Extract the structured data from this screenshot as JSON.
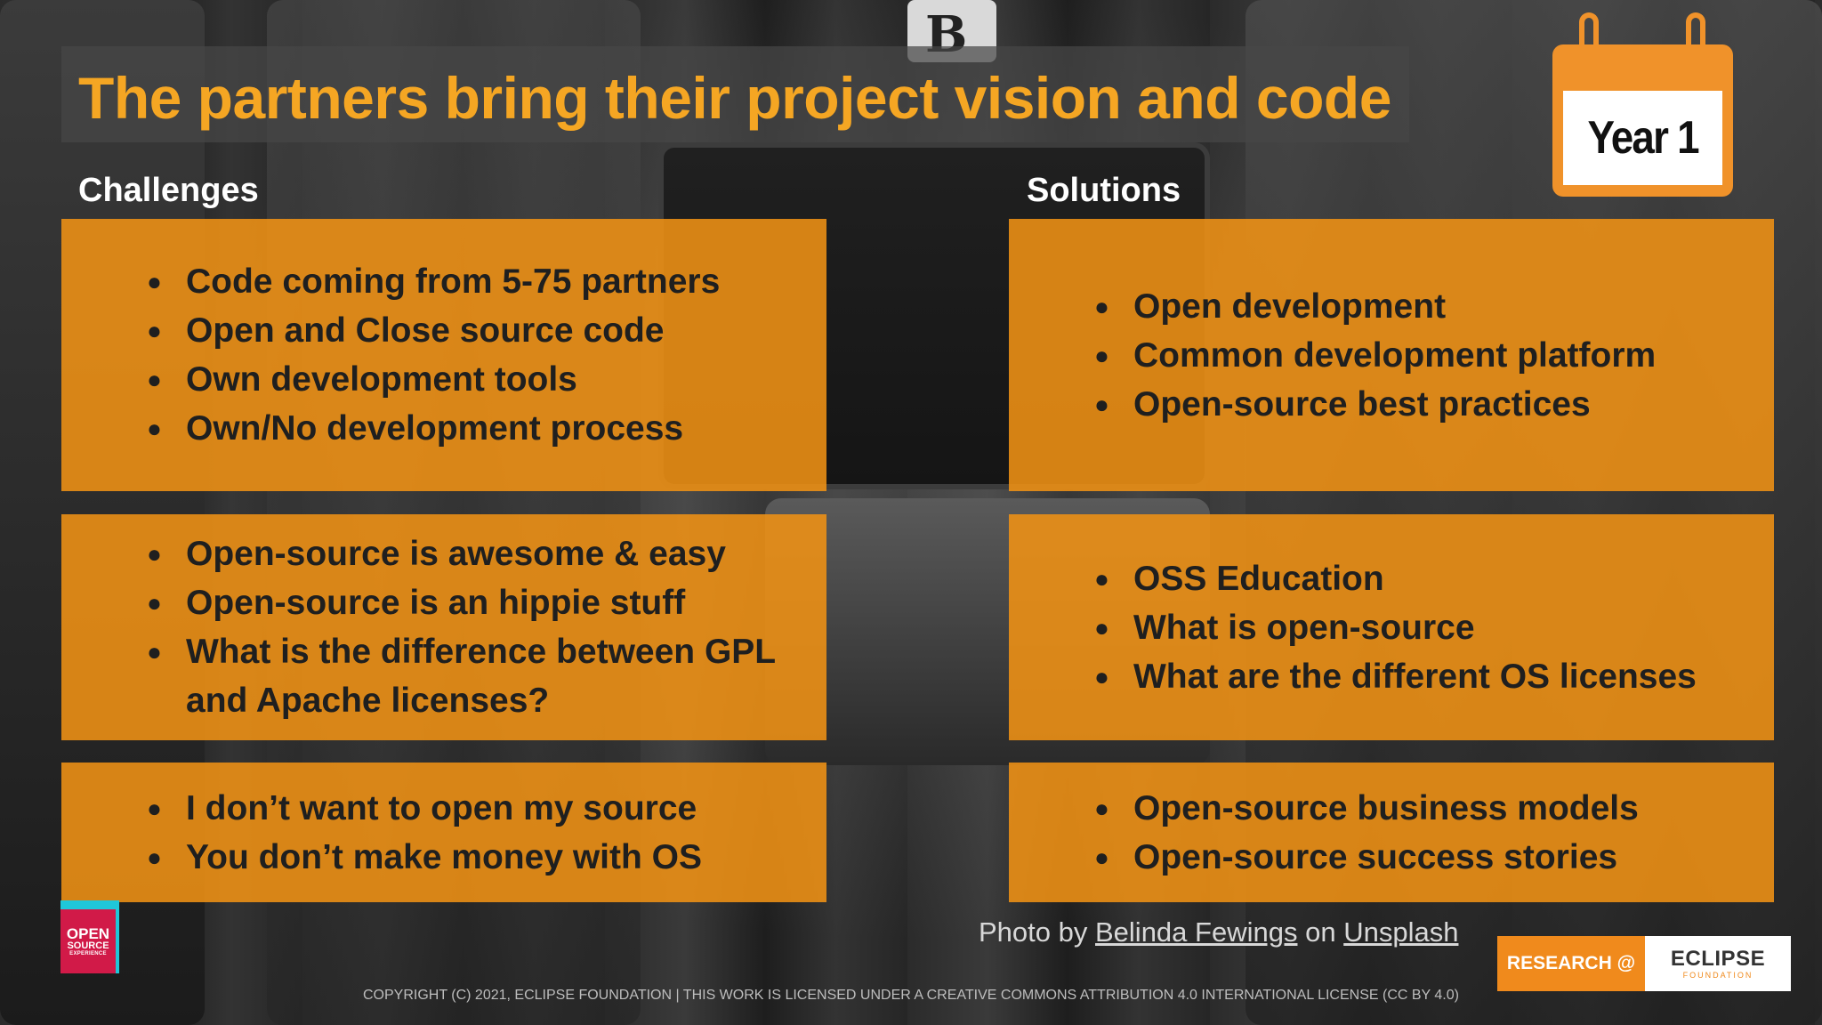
{
  "slide": {
    "title": "The partners bring their project vision and code",
    "calendar_label": "Year 1",
    "background_photo_letter": "B",
    "headings": {
      "challenges": "Challenges",
      "solutions": "Solutions"
    },
    "challenges": [
      {
        "items": [
          "Code coming from 5-75 partners",
          "Open and Close source code",
          "Own development tools",
          "Own/No development process"
        ]
      },
      {
        "items": [
          "Open-source is awesome & easy",
          "Open-source is an hippie stuff",
          "What is the difference between GPL and Apache licenses?"
        ]
      },
      {
        "items": [
          "I don’t want to open my source",
          "You don’t make money with OS"
        ]
      }
    ],
    "solutions": [
      {
        "items": [
          "Open development",
          "Common development platform",
          "Open-source best practices"
        ]
      },
      {
        "items": [
          "OSS Education",
          "What is open-source",
          "What are the different OS licenses"
        ]
      },
      {
        "items": [
          "Open-source business models",
          "Open-source success stories"
        ]
      }
    ],
    "bullet_glyph": "●",
    "photo_credit": {
      "prefix": "Photo by",
      "author": "Belinda Fewings",
      "middle": "on",
      "site": "Unsplash"
    },
    "copyright": "COPYRIGHT (C) 2021, ECLIPSE FOUNDATION  |  THIS WORK IS LICENSED UNDER A CREATIVE COMMONS ATTRIBUTION 4.0 INTERNATIONAL LICENSE (CC BY 4.0)",
    "ose_logo": {
      "line1": "OPEN",
      "line2": "SOURCE",
      "line3": "EXPERIENCE"
    },
    "research_badge": {
      "label": "RESEARCH @",
      "org": "ECLIPSE",
      "org_sub": "FOUNDATION"
    },
    "colors": {
      "accent": "#f5a623",
      "box": "#f09214",
      "text_dark": "#1f1f1f"
    }
  }
}
